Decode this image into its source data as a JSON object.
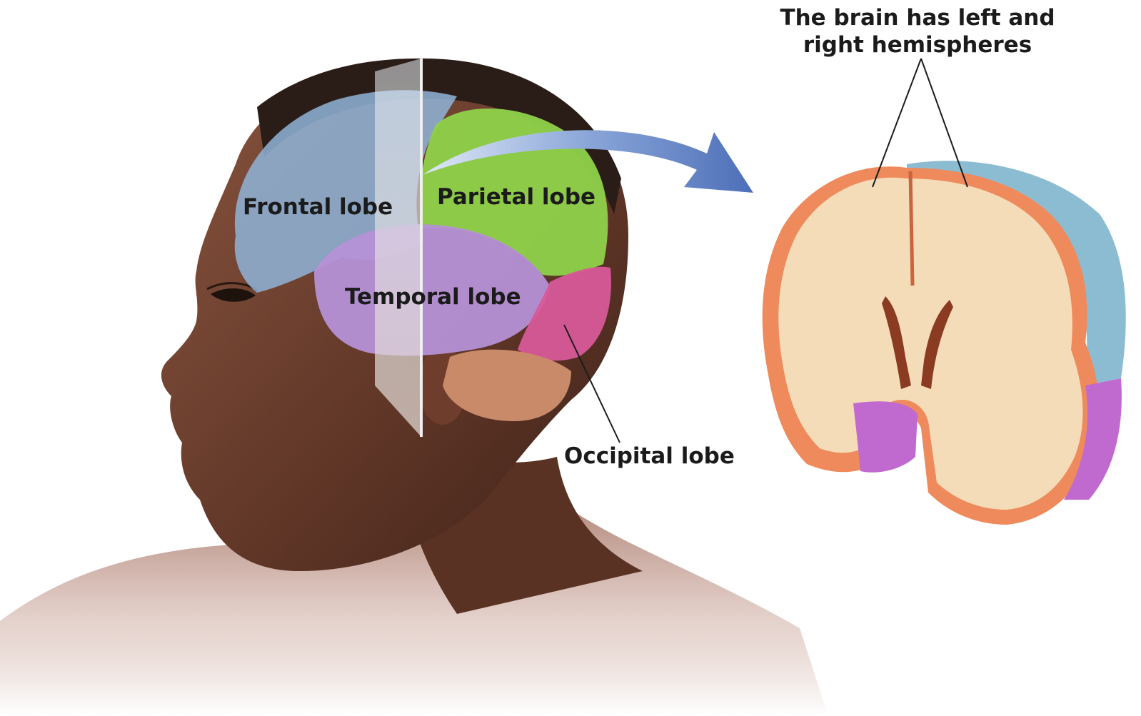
{
  "labels": {
    "frontal": "Frontal lobe",
    "parietal": "Parietal lobe",
    "temporal": "Temporal lobe",
    "occipital": "Occipital lobe",
    "hemispheres": "The brain has left and right hemispheres"
  },
  "colors": {
    "frontal_lobe": "#8fb4d8",
    "parietal_lobe": "#8fd24a",
    "temporal_lobe": "#b591d6",
    "occipital_lobe": "#d85a9a",
    "cerebellum": "#c98a6a",
    "skin": "#6b3f2d",
    "hair": "#2a1c16",
    "arrow": "#5f82c4",
    "cortex": "#ee8a5c",
    "white_matter": "#f4dcb8",
    "section_blue": "#8bbcd2",
    "section_purple": "#c06ad0"
  }
}
